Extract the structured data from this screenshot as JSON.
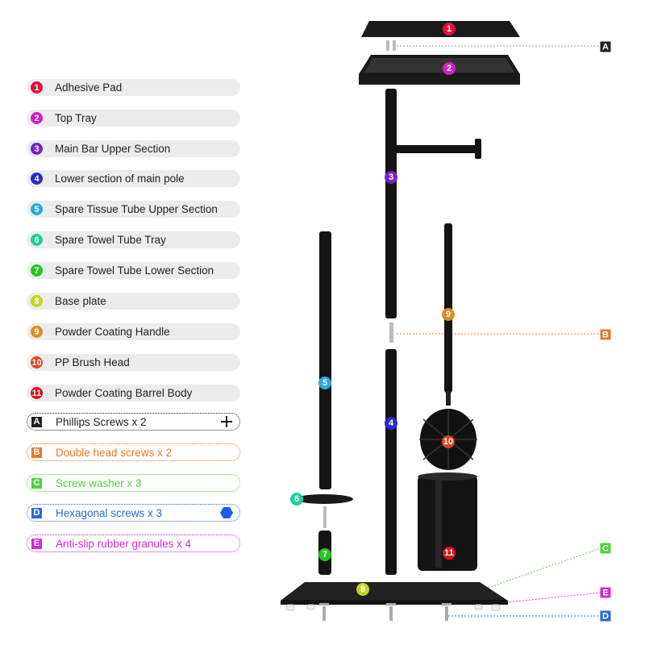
{
  "parts": [
    {
      "num": "1",
      "label": "Adhesive Pad",
      "color": "#e0103c"
    },
    {
      "num": "2",
      "label": "Top Tray",
      "color": "#d21fc8"
    },
    {
      "num": "3",
      "label": "Main Bar Upper Section",
      "color": "#7a22c8"
    },
    {
      "num": "4",
      "label": "Lower section of main pole",
      "color": "#2a2ad0"
    },
    {
      "num": "5",
      "label": "Spare Tissue Tube Upper Section",
      "color": "#2aa8e0"
    },
    {
      "num": "6",
      "label": "Spare Towel Tube Tray",
      "color": "#1ccf9a"
    },
    {
      "num": "7",
      "label": "Spare Towel Tube Lower Section",
      "color": "#22c822"
    },
    {
      "num": "8",
      "label": "Base plate",
      "color": "#c6d422"
    },
    {
      "num": "9",
      "label": "Powder Coating Handle",
      "color": "#e08a22"
    },
    {
      "num": "10",
      "label": "PP Brush Head",
      "color": "#e0401c"
    },
    {
      "num": "11",
      "label": "Powder Coating Barrel Body",
      "color": "#e0101c"
    }
  ],
  "hardware": [
    {
      "letter": "A",
      "label": "Phillips Screws x 2",
      "color": "#222222",
      "icon": "plus-icon"
    },
    {
      "letter": "B",
      "label": "Double head screws x 2",
      "color": "#e8782a"
    },
    {
      "letter": "C",
      "label": "Screw washer x 3",
      "color": "#4cd43c"
    },
    {
      "letter": "D",
      "label": "Hexagonal screws x 3",
      "color": "#2a6ad0",
      "icon": "hexagon-icon"
    },
    {
      "letter": "E",
      "label": "Anti-slip rubber granules x 4",
      "color": "#d42ad0"
    }
  ]
}
